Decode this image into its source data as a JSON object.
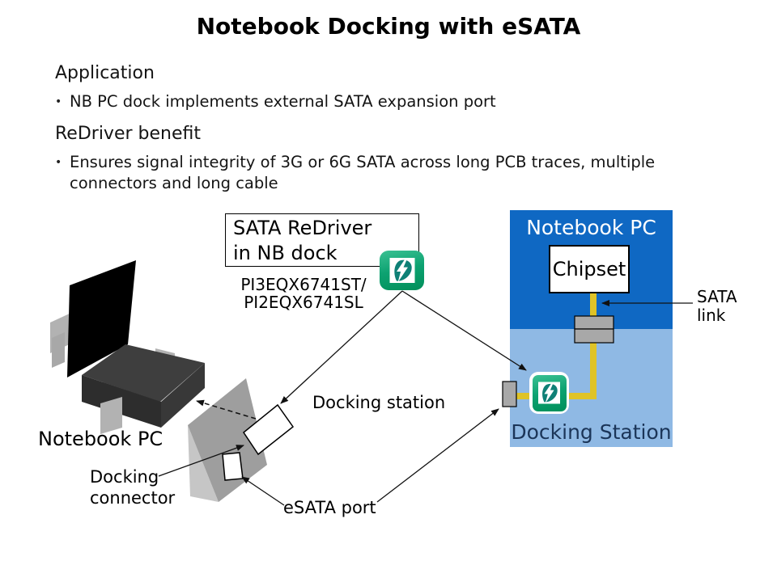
{
  "slide": {
    "title": "Notebook Docking with eSATA",
    "bullet_char": "•",
    "sections": [
      {
        "heading": "Application",
        "bullet": "NB PC dock implements external SATA expansion port"
      },
      {
        "heading": "ReDriver benefit",
        "bullet": "Ensures signal integrity of 3G or 6G SATA across long PCB traces, multiple connectors and long cable"
      }
    ]
  },
  "diagram": {
    "callout_box": {
      "line1": "SATA ReDriver",
      "line2": "in NB dock"
    },
    "part_numbers": {
      "line1": "PI3EQX6741ST/",
      "line2": "PI2EQX6741SL"
    },
    "notebook_pc_box": {
      "title": "Notebook PC",
      "chipset": "Chipset"
    },
    "docking_station_box": {
      "title": "Docking Station"
    },
    "sata_link": {
      "line1": "SATA",
      "line2": "link"
    },
    "labels": {
      "notebook_pc": "Notebook PC",
      "docking_station": "Docking station",
      "docking_connector_line1": "Docking",
      "docking_connector_line2": "connector",
      "esata_port": "eSATA port"
    },
    "icons": {
      "redriver_chip": "pericom-logo"
    },
    "colors": {
      "notebook_box_blue": "#0F68C3",
      "docking_box_blue": "#8FB9E4",
      "sata_trace_yellow": "#DFC327",
      "pericom_green": "#0DA271",
      "pericom_teal": "#0E8076",
      "connector_gray": "#A8A8A8",
      "docking_title_navy": "#1B3558"
    }
  }
}
